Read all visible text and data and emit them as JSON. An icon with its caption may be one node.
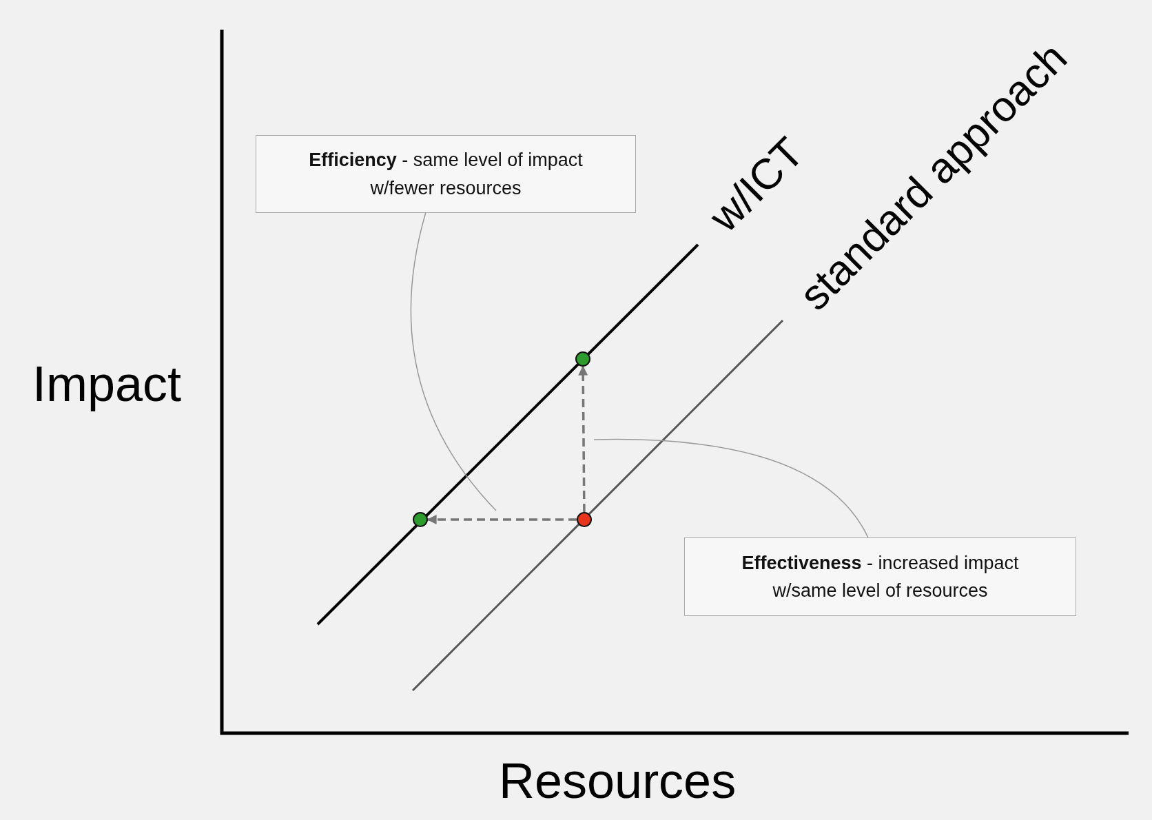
{
  "diagram": {
    "nodes": [
      {
        "text": [
          "**Efficiency** - same level of impact w/fewer resources"
        ]
      },
      {
        "text": [
          "**Effectiveness** - increased impact w/same level of resources"
        ]
      },
      {
        "text": [],
        "shape": "circle"
      },
      {
        "text": [],
        "shape": "circle"
      },
      {
        "text": [],
        "shape": "circle"
      }
    ],
    "edges": [
      {
        "from": 4,
        "to": 2,
        "arrow": "to",
        "style": "dashed"
      },
      {
        "from": 4,
        "to": 3,
        "arrow": "to",
        "style": "dashed"
      },
      {
        "from": 0,
        "to": null,
        "arrow": "none"
      },
      {
        "from": 1,
        "to": null,
        "arrow": "none"
      }
    ],
    "labels": [
      "standard approach",
      "w/ICT",
      "Impact",
      "Resources"
    ]
  }
}
